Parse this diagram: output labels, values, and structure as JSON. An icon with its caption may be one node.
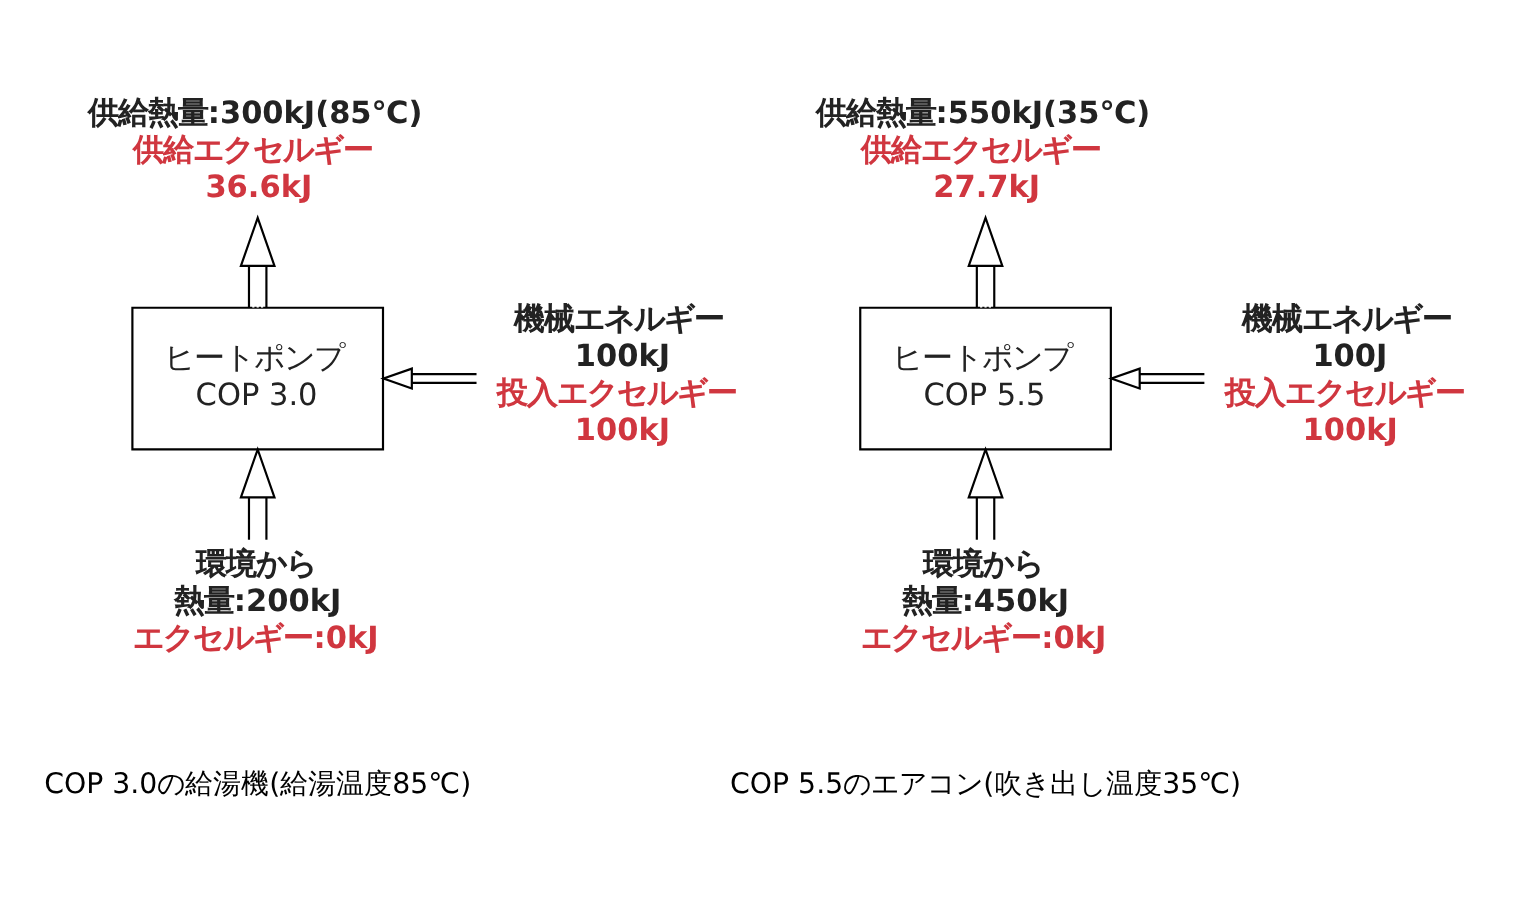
{
  "diagram": {
    "nodes": [
      {
        "text": [
          "供給熱量:300kJ(85℃)",
          "供給エクセルギー",
          "36.6kJ"
        ]
      },
      {
        "text": [
          "供給熱量:550kJ(35℃)",
          "供給エクセルギー",
          "27.7kJ"
        ]
      },
      {
        "text": [
          "ヒートポンプ",
          "COP 3.0"
        ]
      },
      {
        "text": [
          "機械エネルギー",
          "100kJ",
          "投入エクセルギー",
          "100kJ"
        ]
      },
      {
        "text": [
          "ヒートポンプ",
          "COP 5.5"
        ]
      },
      {
        "text": [
          "機械エネルギー",
          "100J",
          "投入エクセルギー",
          "100kJ"
        ]
      },
      {
        "text": [
          "環境から",
          "熱量:200kJ",
          "エクセルギー:0kJ"
        ]
      },
      {
        "text": [
          "環境から",
          "熱量:450kJ",
          "エクセルギー:0kJ"
        ]
      }
    ],
    "edges": [
      {
        "from": 2,
        "to": 0,
        "arrow": "to"
      },
      {
        "from": 3,
        "to": 2,
        "arrow": "to"
      },
      {
        "from": 6,
        "to": 2,
        "arrow": "to"
      },
      {
        "from": 4,
        "to": 1,
        "arrow": "to"
      },
      {
        "from": 5,
        "to": 4,
        "arrow": "to"
      },
      {
        "from": 7,
        "to": 4,
        "arrow": "to"
      }
    ],
    "labels": [
      "COP 3.0の給湯機(給湯温度85℃)",
      "COP 5.5のエアコン(吹き出し温度35℃)"
    ]
  }
}
